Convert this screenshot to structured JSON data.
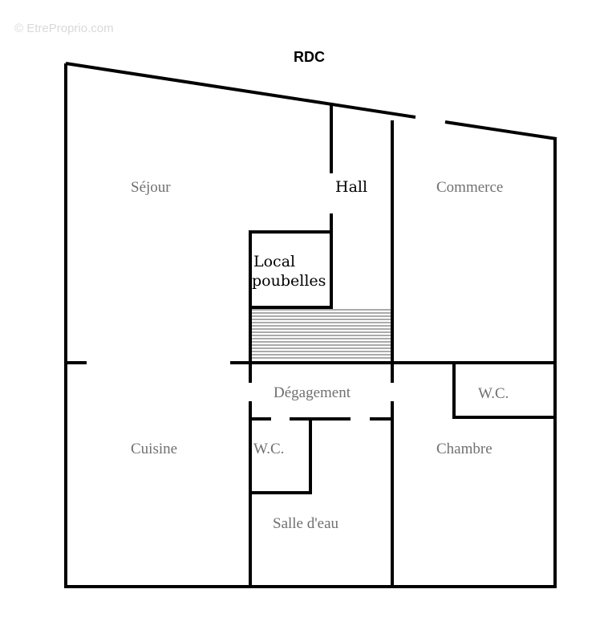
{
  "watermark": "© EtreProprio.com",
  "title": "RDC",
  "rooms": {
    "sejour": "Séjour",
    "hall": "Hall",
    "commerce": "Commerce",
    "local_poubelles_line1": "Local",
    "local_poubelles_line2": "poubelles",
    "degagement": "Dégagement",
    "wc_right": "W.C.",
    "cuisine": "Cuisine",
    "wc_left": "W.C.",
    "chambre": "Chambre",
    "salle_deau": "Salle d'eau"
  },
  "colors": {
    "wall": "#000000",
    "label_gray": "#707070",
    "label_dark": "#000000",
    "stairs": "#555555"
  }
}
